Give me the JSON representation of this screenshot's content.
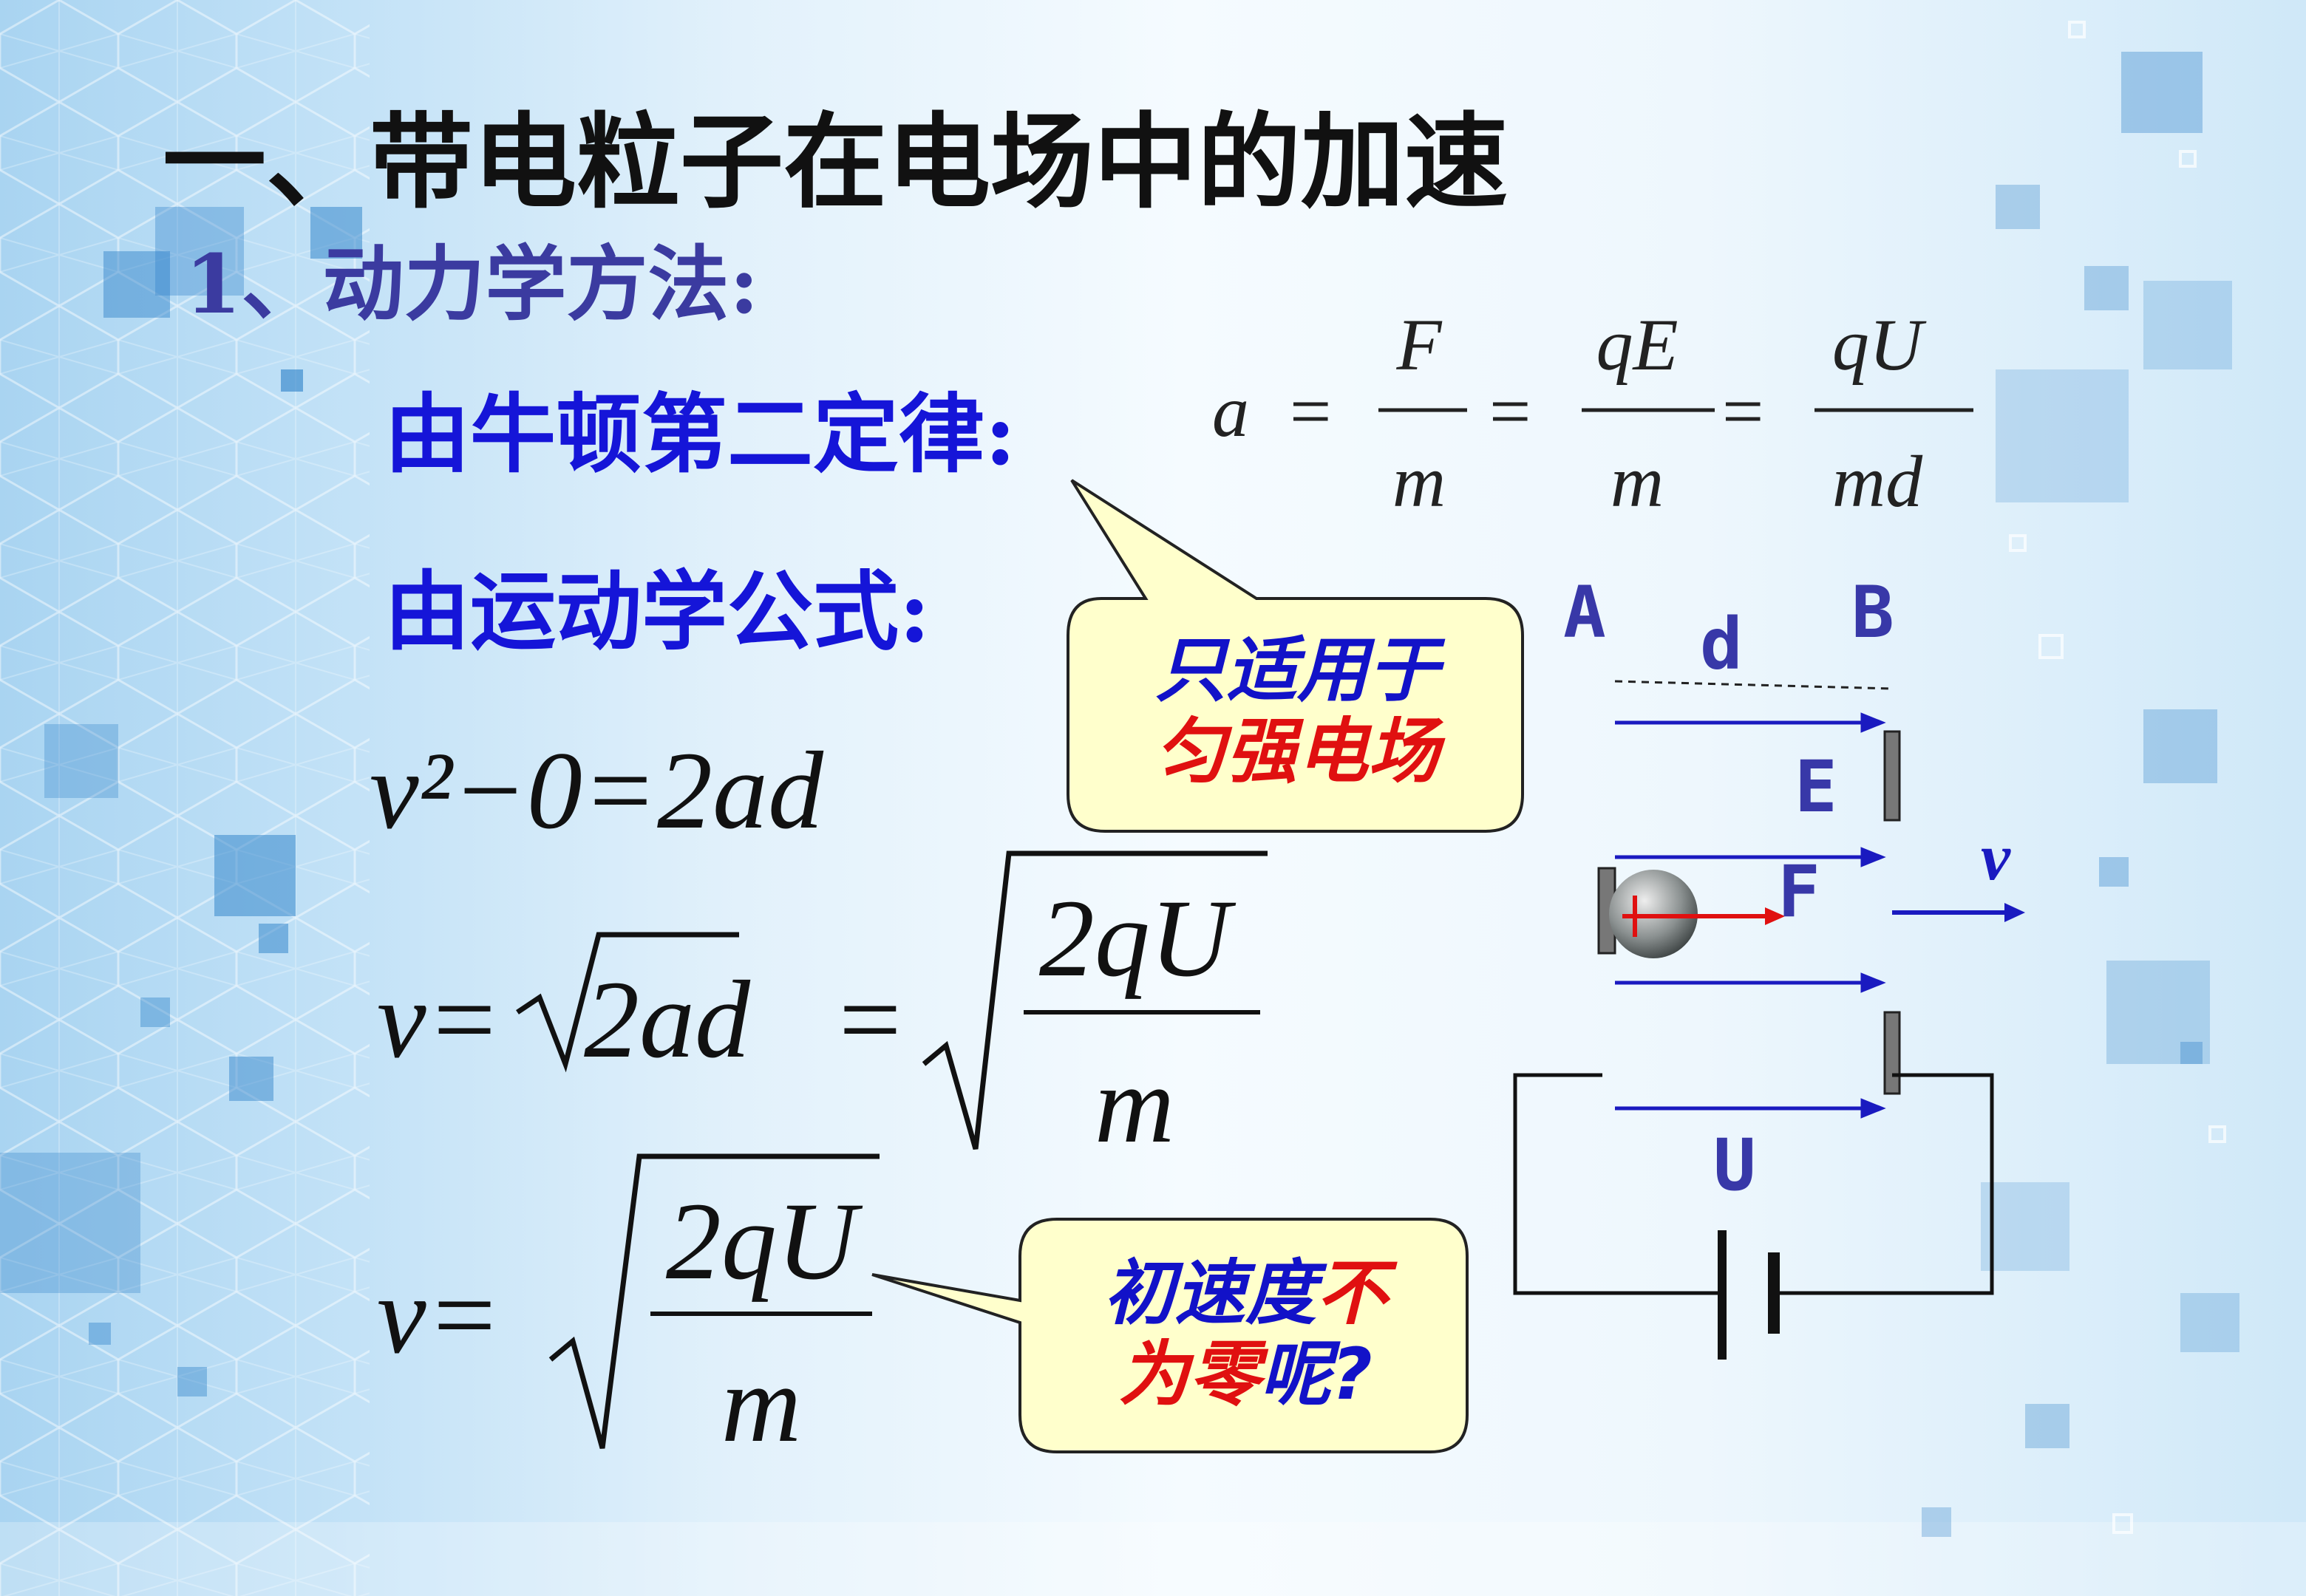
{
  "title": "一、带电粒子在电场中的加速",
  "subtitle": "1、动力学方法:",
  "newton_label": "由牛顿第二定律:",
  "kinematics_label": "由运动学公式:",
  "formula_acceleration": {
    "a": "a",
    "eq": "=",
    "f1_num": "F",
    "f1_den": "m",
    "f2_num": "qE",
    "f2_den": "m",
    "f3_num": "qU",
    "f3_den": "md"
  },
  "formula_kinematic": "v²−0=2ad",
  "formula_speed_1": {
    "lhs": "v=",
    "rad": "2ad",
    "eq": "=",
    "num": "2qU",
    "den": "m"
  },
  "formula_speed_2": {
    "lhs": "v=",
    "num": "2qU",
    "den": "m"
  },
  "callout_1": {
    "line1": "只适用于",
    "line2": "匀强电场"
  },
  "callout_2": {
    "part1": "初速度",
    "part2": "不",
    "part3": "为零",
    "part4": "呢?"
  },
  "diagram": {
    "plate_a": "A",
    "plate_b": "B",
    "distance": "d",
    "field": "E",
    "force": "F",
    "velocity": "v",
    "voltage": "U"
  },
  "colors": {
    "title": "#111111",
    "subtitle": "#3b3ba0",
    "heading": "#1515d8",
    "callout_bg": "#ffffcc",
    "red": "#e01010",
    "diagram_label": "#3838a8"
  }
}
